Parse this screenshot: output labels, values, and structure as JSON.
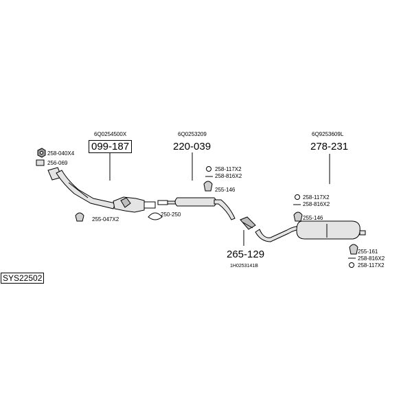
{
  "diagram_id": "SYS22502",
  "parts": {
    "p099187": {
      "number": "099-187",
      "oem": "6Q0254500X"
    },
    "p220039": {
      "number": "220-039",
      "oem": "6Q0253209"
    },
    "p278231": {
      "number": "278-231",
      "oem": "6Q9253609L"
    },
    "p265129": {
      "number": "265-129",
      "oem": "1H0253141B"
    }
  },
  "accessories": {
    "a258040": "258-040X4",
    "a256069": "256-069",
    "a255047": "255-047X2",
    "a250250": "250-250",
    "a258117_mid": "258-117X2",
    "a258816_mid": "258-816X2",
    "a255146_mid": "255-146",
    "a258117_rear": "258-117X2",
    "a258816_rear": "258-816X2",
    "a255146_rear": "255-146",
    "a255161": "255-161",
    "a258816_tail": "258-816X2",
    "a258117_tail": "258-117X2"
  }
}
